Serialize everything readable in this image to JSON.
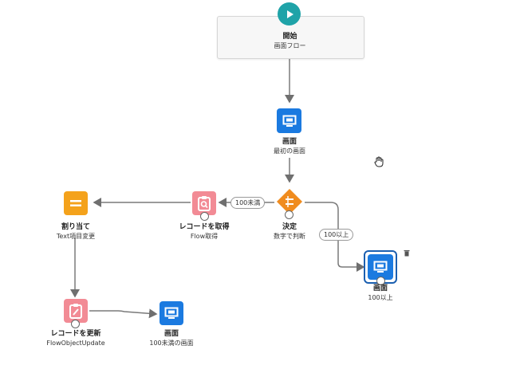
{
  "nodes": {
    "start": {
      "title": "開始",
      "subtitle": "画面フロー"
    },
    "screen1": {
      "title": "画面",
      "subtitle": "最初の画面"
    },
    "decision": {
      "title": "決定",
      "subtitle": "数字で判断"
    },
    "get_records": {
      "title": "レコードを取得",
      "subtitle": "Flow取得"
    },
    "assignment": {
      "title": "割り当て",
      "subtitle": "Text項目変更"
    },
    "update_records": {
      "title": "レコードを更新",
      "subtitle": "FlowObjectUpdate"
    },
    "screen_under": {
      "title": "画面",
      "subtitle": "100未満の画面"
    },
    "screen_over": {
      "title": "画面",
      "subtitle": "100以上"
    }
  },
  "connectors": {
    "under_100": "100未満",
    "over_100": "100以上"
  },
  "colors": {
    "screen": "#1b7ae0",
    "decision": "#f08c1f",
    "get_records": "#f28b95",
    "assignment": "#f4a21b",
    "start": "#1fa3a8",
    "connector": "#7a7a7a"
  }
}
